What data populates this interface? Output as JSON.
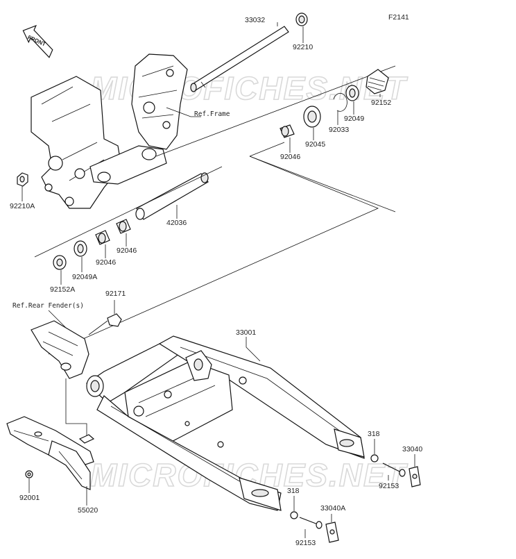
{
  "diagram_code": "F2141",
  "watermark": "MICROFICHES.NET",
  "front_indicator": "FRONT",
  "refs": {
    "frame": "Ref.Frame",
    "rear_fender": "Ref.Rear Fender(s)"
  },
  "parts": {
    "p33032": "33032",
    "p92210": "92210",
    "p92152": "92152",
    "p92049": "92049",
    "p92033": "92033",
    "p92045": "92045",
    "p92046_top": "92046",
    "p92210A": "92210A",
    "p42036": "42036",
    "p92046_b": "92046",
    "p92046_c": "92046",
    "p92049A": "92049A",
    "p92152A": "92152A",
    "p92171": "92171",
    "p33001": "33001",
    "p318_a": "318",
    "p33040": "33040",
    "p92153_a": "92153",
    "p92001": "92001",
    "p55020": "55020",
    "p318_b": "318",
    "p33040A": "33040A",
    "p92153_b": "92153"
  },
  "icons": [
    "front-arrow-icon"
  ]
}
